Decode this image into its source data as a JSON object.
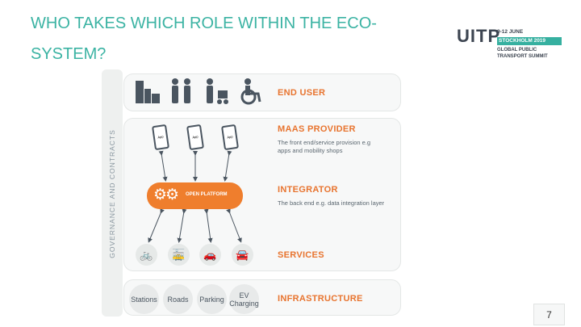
{
  "slide": {
    "title": "WHO TAKES WHICH ROLE WITHIN THE ECO-SYSTEM?",
    "page_number": "7"
  },
  "logo": {
    "mark": "UITP",
    "date": "9-12 JUNE",
    "city": "STOCKHOLM 2019",
    "line1": "GLOBAL PUBLIC",
    "line2": "TRANSPORT SUMMIT"
  },
  "diagram": {
    "side_label": "GOVERNANCE AND CONTRACTS",
    "layers": {
      "end_user": "END USER",
      "maas_provider": "MAAS PROVIDER",
      "maas_desc_1": "The front end/service provision e.g",
      "maas_desc_2": "apps and mobility shops",
      "integrator": "INTEGRATOR",
      "integrator_desc": "The back end e.g. data integration layer",
      "services": "SERVICES",
      "infrastructure": "INFRASTRUCTURE"
    },
    "platform_label": "OPEN PLATFORM",
    "phone_label": "App",
    "infra_items": [
      "Stations",
      "Roads",
      "Parking",
      "EV Charging"
    ],
    "icons": {
      "end_user": [
        "buildings-icon",
        "people-icon",
        "stroller-icon",
        "wheelchair-icon"
      ],
      "services": [
        "bicycle-icon",
        "tram-icon",
        "cars-icon",
        "car-icon"
      ]
    }
  }
}
